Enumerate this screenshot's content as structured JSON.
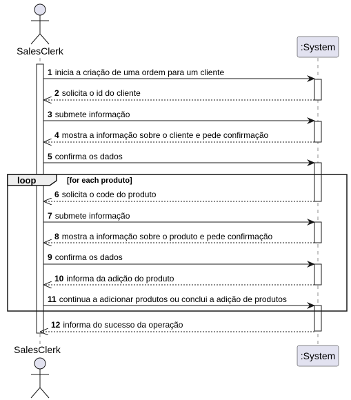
{
  "participants": {
    "actor_name": "SalesClerk",
    "system_name": ":System"
  },
  "fragment": {
    "keyword": "loop",
    "guard": "[for each produto]"
  },
  "messages": [
    {
      "num": "1",
      "text": "inicia a criação de uma ordem para um cliente",
      "kind": "sync"
    },
    {
      "num": "2",
      "text": "solicita o id do cliente",
      "kind": "reply"
    },
    {
      "num": "3",
      "text": "submete informação",
      "kind": "sync"
    },
    {
      "num": "4",
      "text": "mostra a informação sobre o cliente e pede confirmação",
      "kind": "reply"
    },
    {
      "num": "5",
      "text": "confirma os dados",
      "kind": "sync"
    },
    {
      "num": "6",
      "text": "solicita o code do produto",
      "kind": "reply"
    },
    {
      "num": "7",
      "text": "submete informação",
      "kind": "sync"
    },
    {
      "num": "8",
      "text": "mostra a informação sobre o produto e pede confirmação",
      "kind": "reply"
    },
    {
      "num": "9",
      "text": "confirma os dados",
      "kind": "sync"
    },
    {
      "num": "10",
      "text": "informa da adição do produto",
      "kind": "reply"
    },
    {
      "num": "11",
      "text": "continua a adicionar produtos ou conclui a adição de produtos",
      "kind": "sync"
    },
    {
      "num": "12",
      "text": "informa do sucesso da operação",
      "kind": "reply"
    }
  ],
  "colors": {
    "participant_fill": "#E2E2F0",
    "participant_stroke": "#181818",
    "activation_fill": "#FFFFFF",
    "line": "#181818",
    "fragment_label_fill": "#EEEEEE"
  }
}
